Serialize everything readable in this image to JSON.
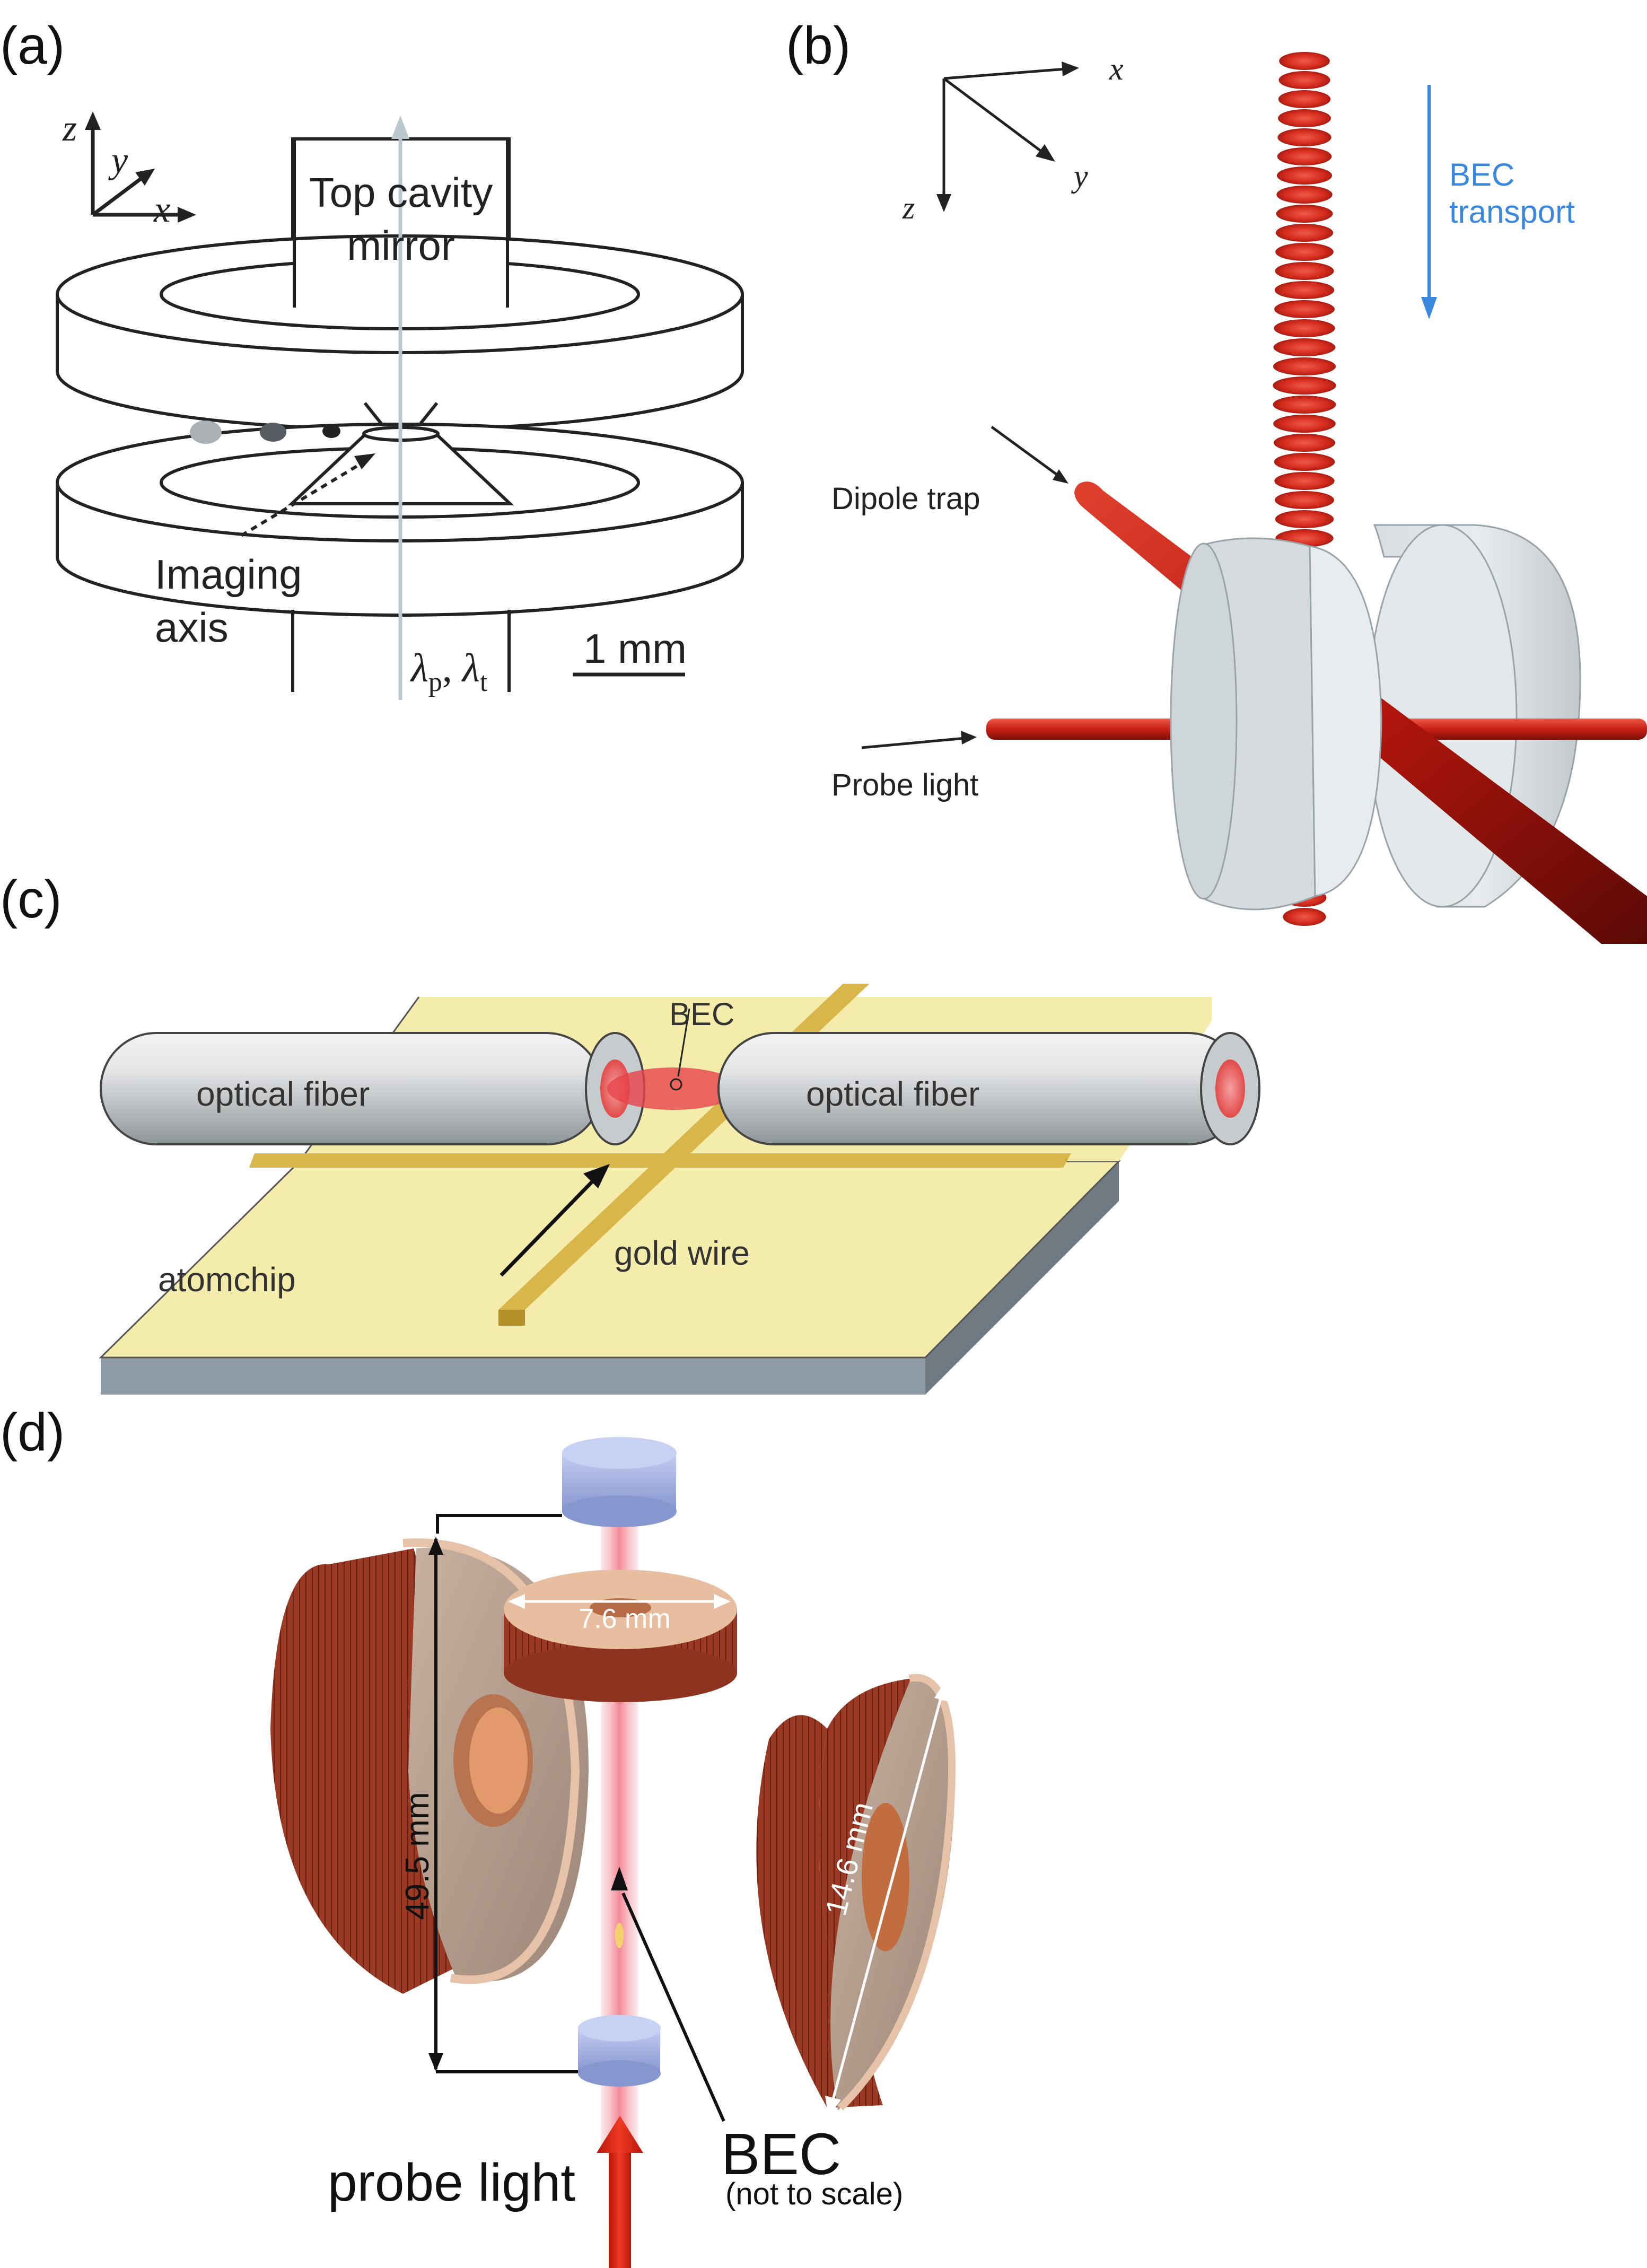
{
  "panels": {
    "a": {
      "label": "(a)",
      "mirror_label_line1": "Top cavity",
      "mirror_label_line2": "mirror",
      "imaging_line1": "Imaging",
      "imaging_line2": "axis",
      "scale_label": "1 mm",
      "axis_z": "z",
      "axis_y": "y",
      "axis_x": "x",
      "lambda": "λ",
      "lambda_p_sub": "p",
      "lambda_sep": ", ",
      "lambda_t_sub": "t"
    },
    "b": {
      "label": "(b)",
      "axis_x": "x",
      "axis_y": "y",
      "axis_z": "z",
      "transport_line1": "BEC",
      "transport_line2": "transport",
      "dipole_trap": "Dipole trap",
      "probe_light": "Probe light"
    },
    "c": {
      "label": "(c)",
      "bec": "BEC",
      "fiber_left": "optical fiber",
      "fiber_right": "optical fiber",
      "gold_wire": "gold wire",
      "atomchip": "atomchip"
    },
    "d": {
      "label": "(d)",
      "dim_top": "7.6 mm",
      "dim_height": "49.5 mm",
      "dim_right": "14.6 mm",
      "bec": "BEC",
      "bec_note": "(not to scale)",
      "probe_light": "probe light"
    }
  },
  "colors": {
    "beam_red": "#d8291c",
    "transport_blue": "#3a87e0",
    "chip_yellow": "#f3ecaa",
    "gold_wire": "#d8b64a",
    "coil_copper": "#a0402a",
    "mirror_blue": "#a9b6e2"
  }
}
